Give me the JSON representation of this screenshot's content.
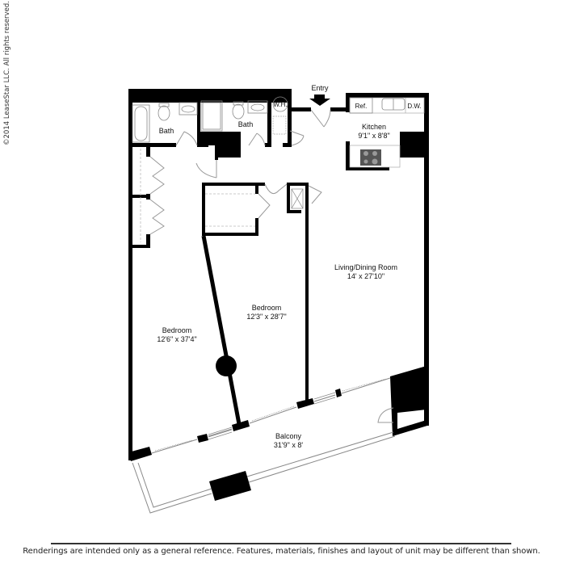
{
  "copyright": "©2014 LeaseStar LLC. All rights reserved.",
  "disclaimer": "Renderings are intended only as a general reference. Features, materials, finishes and layout of unit may be different than shown.",
  "floorplan": {
    "entry_label": "Entry",
    "rooms": [
      {
        "id": "bath-1",
        "name": "Bath",
        "dims": ""
      },
      {
        "id": "bath-2",
        "name": "Bath",
        "dims": ""
      },
      {
        "id": "kitchen",
        "name": "Kitchen",
        "dims": "9'1\" x 8'8\""
      },
      {
        "id": "living-dining",
        "name": "Living/Dining Room",
        "dims": "14' x 27'10\""
      },
      {
        "id": "bedroom-1",
        "name": "Bedroom",
        "dims": "12'6\" x 37'4\""
      },
      {
        "id": "bedroom-2",
        "name": "Bedroom",
        "dims": "12'3\" x 28'7\""
      },
      {
        "id": "balcony",
        "name": "Balcony",
        "dims": "31'9\" x 8'"
      }
    ],
    "fixtures": {
      "water_heater": "W.H.",
      "refrigerator": "Ref.",
      "dishwasher": "D.W."
    },
    "colors": {
      "wall": "#000000",
      "line": "#999999",
      "cooktop": "#555555"
    }
  }
}
